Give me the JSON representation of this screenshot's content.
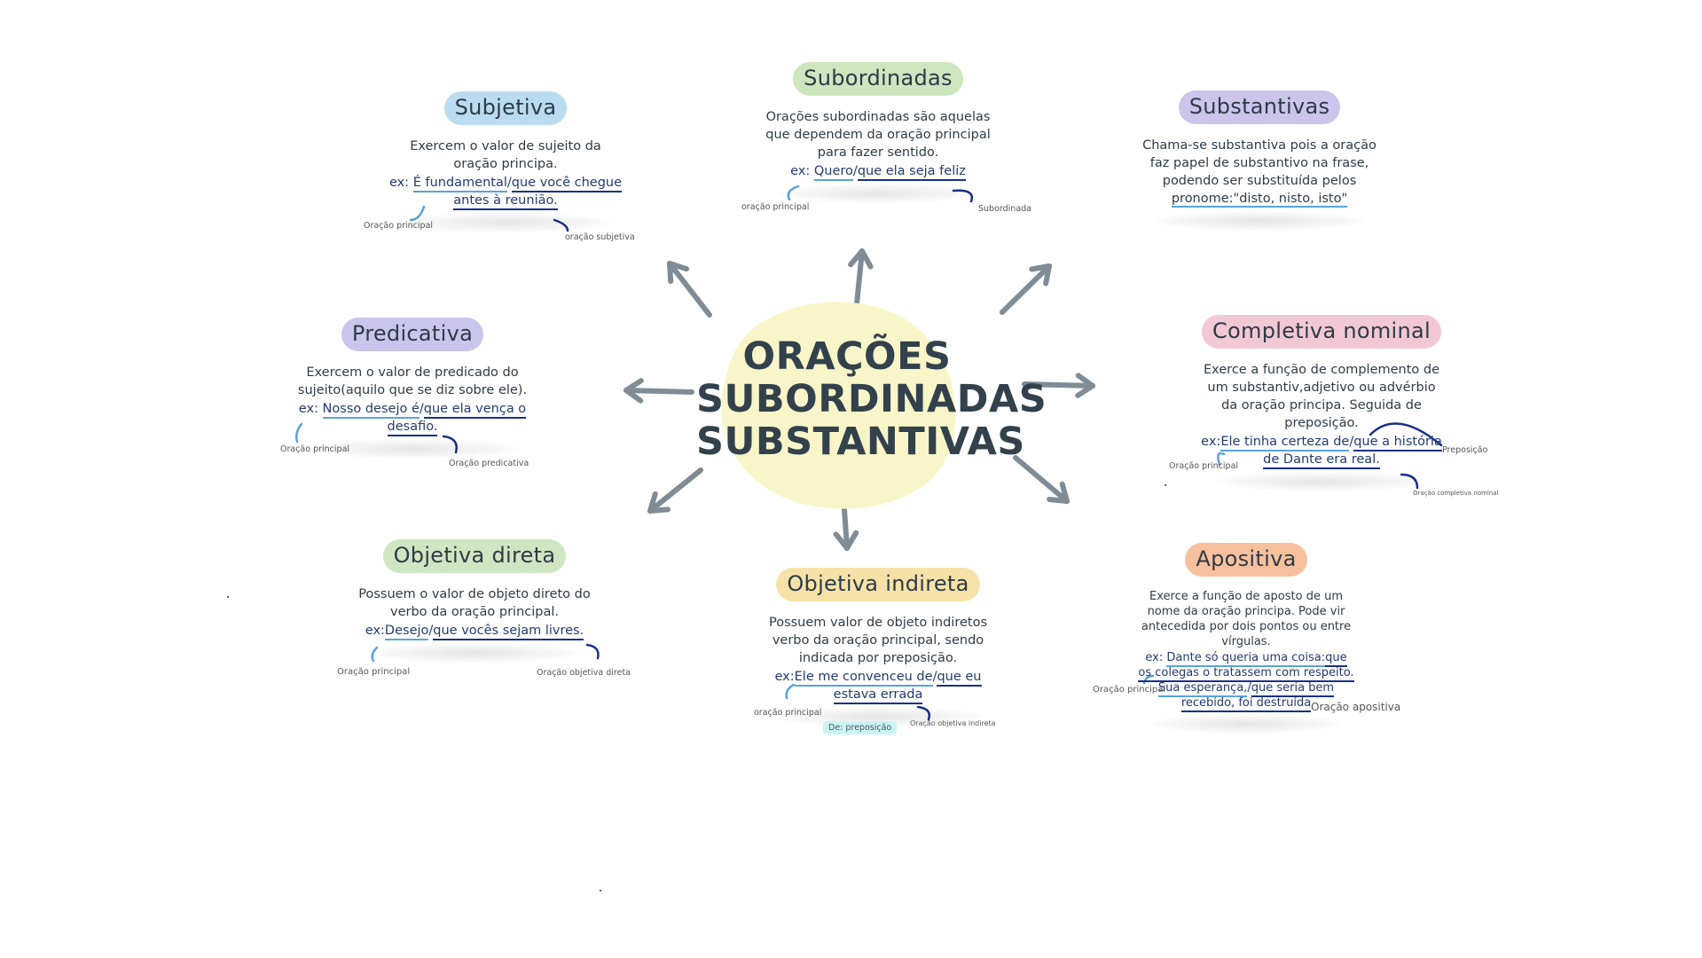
{
  "center": {
    "line1": "ORAÇÕES",
    "line2": "SUBORDINADAS",
    "line3": "SUBSTANTIVAS",
    "blob_color": "#f8f6c9"
  },
  "nodes": {
    "subordinadas": {
      "title": "Subordinadas",
      "color": "#cde6c0",
      "desc": [
        "Orações subordinadas são aquelas",
        "que dependem da oração principal",
        "para fazer sentido."
      ],
      "ex_prefix": "ex:",
      "ex_main": "Quero",
      "ex_sub": "que ela seja feliz",
      "label_principal": "oração principal",
      "label_sub": "Subordinada"
    },
    "subjetiva": {
      "title": "Subjetiva",
      "color": "#b9dcf0",
      "desc": [
        "Exercem o valor de sujeito da",
        "oração principa."
      ],
      "ex_prefix": "ex:",
      "ex_main": "É fundamental",
      "ex_sub": "que você chegue",
      "ex_sub2": "antes à reunião.",
      "label_principal": "Oração principal",
      "label_sub": "oração subjetiva"
    },
    "substantivas": {
      "title": "Substantivas",
      "color": "#cbc5ec",
      "desc": [
        "Chama-se substantiva pois a oração",
        "faz papel de substantivo na frase,",
        "podendo ser substituída pelos"
      ],
      "pronome": "pronome:\"disto, nisto, isto\""
    },
    "predicativa": {
      "title": "Predicativa",
      "color": "#c9c5ec",
      "desc": [
        "Exercem o valor de predicado do",
        "sujeito(aquilo que se diz sobre ele)."
      ],
      "ex_prefix": "ex:",
      "ex_main": "Nosso desejo é",
      "ex_sub": "que ela vença o",
      "ex_sub2": "desafio.",
      "label_principal": "Oração principal",
      "label_sub": "Oração predicativa"
    },
    "completiva": {
      "title": "Completiva nominal",
      "color": "#f2c8d4",
      "desc": [
        "Exerce a função de complemento de",
        "um substantiv,adjetivo ou advérbio",
        "da oração principa. Seguida de",
        "preposição."
      ],
      "ex_prefix": "ex:",
      "ex_main": "Ele tinha certeza de",
      "ex_sub": "que a história",
      "ex_sub2": "de Dante era real.",
      "label_principal": "Oração principal",
      "label_prep": "Preposição",
      "label_sub": "Oração completiva nominal"
    },
    "objetiva_direta": {
      "title": "Objetiva direta",
      "color": "#cfe6c2",
      "desc": [
        "Possuem o valor de objeto direto do",
        "verbo da oração principal."
      ],
      "ex_prefix": "ex:",
      "ex_main": "Desejo",
      "ex_sub": "que vocês sejam livres.",
      "label_principal": "Oração principal",
      "label_sub": "Oração objetiva direta"
    },
    "objetiva_indireta": {
      "title": "Objetiva indireta",
      "color": "#f6e2a8",
      "desc": [
        "Possuem valor de objeto indiretos",
        "verbo da  oração principal, sendo",
        "indicada por preposição."
      ],
      "ex_prefix": "ex:",
      "ex_main": "Ele me convenceu de",
      "ex_sub": "que eu",
      "ex_sub2": "estava errada",
      "label_principal": "oração principal",
      "label_prep": "De: preposição",
      "label_sub": "Oração objetiva indireta"
    },
    "apositiva": {
      "title": "Apositiva",
      "color": "#f7c19e",
      "desc": [
        "Exerce a função de aposto de um",
        "nome da oração principa. Pode vir",
        "antecedida por dois pontos ou entre",
        "vírgulas."
      ],
      "ex_prefix": "ex:",
      "ex_main": "Dante só queria uma coisa:",
      "ex_sub": "que",
      "ex_sub2": "os colegas o tratassem com respeito.",
      "ex2_main": "Sua esperança,",
      "ex2_sub": "que seria bem",
      "ex2_sub2": "recebido, foi destruída",
      "label_principal": "Oração principal",
      "label_sub": "Oração apositiva"
    }
  },
  "arrow_color": "#7f8c96",
  "ex_main_color": "#1a2f8a",
  "ex_sub_color": "#5aa2de"
}
